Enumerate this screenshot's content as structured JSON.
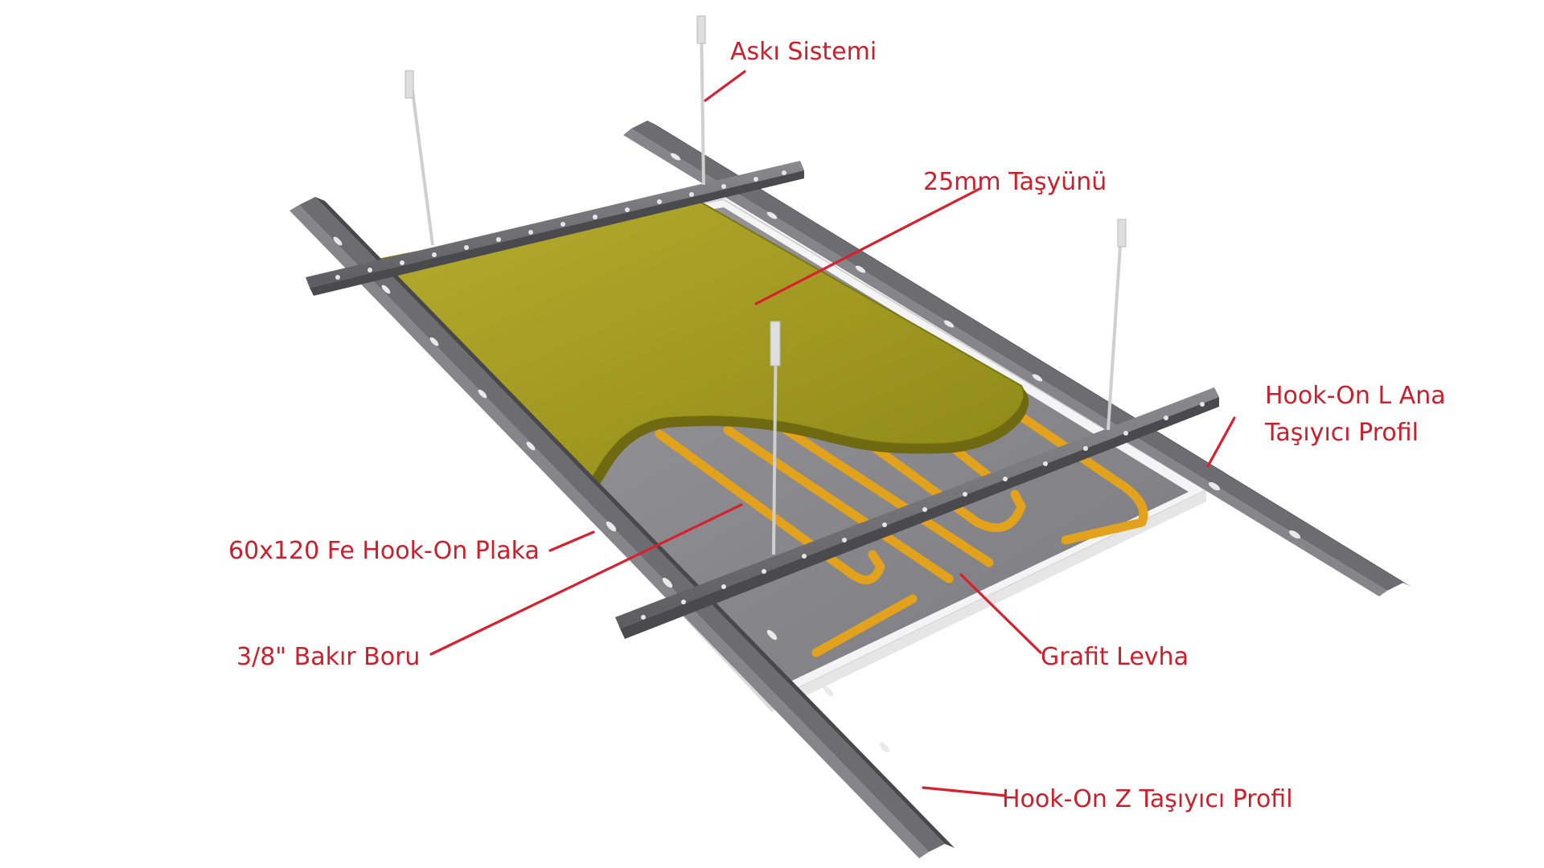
{
  "labels": {
    "aski_sistemi": "Askı Sistemi",
    "tasyunu": "25mm Taşyünü",
    "hook_on_l_line1": "Hook-On L Ana",
    "hook_on_l_line2": "Taşıyıcı Profil",
    "hook_on_plaka": "60x120 Fe Hook-On Plaka",
    "bakir_boru": "3/8\" Bakır Boru",
    "grafit_levha": "Grafit Levha",
    "hook_on_z": "Hook-On Z Taşıyıcı Profil"
  },
  "colors": {
    "label_red": "#cc1f2c",
    "rockwool": "#a9a126",
    "graphite": "#8f8f93",
    "copper_pipe": "#e3a21c",
    "profile_steel": "#6e6e72",
    "panel_white": "#f2f2f2",
    "hanger_rod": "#d4d4d4"
  },
  "icons": {
    "hook_on_profile": "slotted-steel-profile-icon",
    "hanger": "threaded-hanger-rod-icon"
  }
}
